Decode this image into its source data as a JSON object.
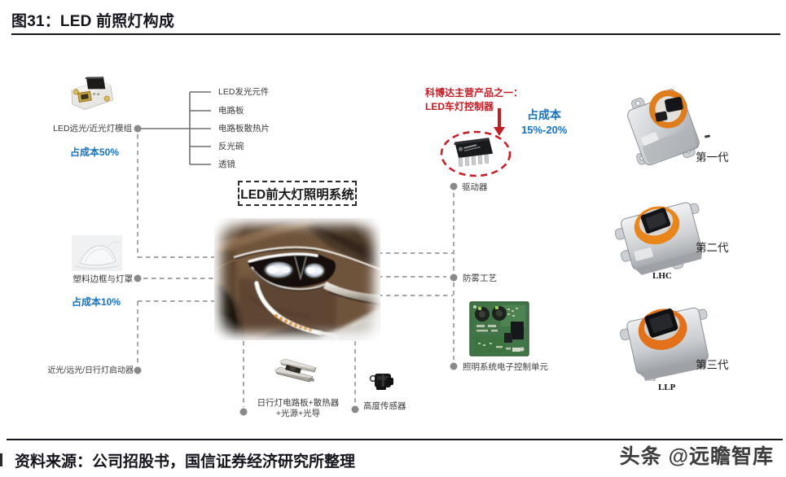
{
  "header": {
    "title": "图31：LED 前照灯构成"
  },
  "diagram": {
    "system_box_label": "LED前大灯照明系统",
    "led_module": {
      "label": "LED远光/近光灯模组",
      "cost": "占成本50%"
    },
    "module_parts": [
      "LED发光元件",
      "电路板",
      "电路板散热片",
      "反光碗",
      "透镜"
    ],
    "plastic_cover": {
      "label": "塑料边框与灯罩",
      "cost": "占成本10%"
    },
    "starter": {
      "label": "近光/远光/日行灯启动器"
    },
    "drl_board": {
      "label_line1": "日行灯电路板+散热器",
      "label_line2": "+光源+光导"
    },
    "height_sensor": {
      "label": "高度传感器"
    },
    "driver": {
      "label": "驱动器"
    },
    "antifog": {
      "label": "防雾工艺"
    },
    "ecu": {
      "label": "照明系统电子控制单元"
    },
    "keboda_note": {
      "line1": "科博达主营产品之一：",
      "line2": "LED车灯控制器"
    },
    "keboda_cost": {
      "line1": "占成本",
      "line2": "15%-20%"
    },
    "generations": [
      {
        "label": "第一代",
        "sub": ""
      },
      {
        "label": "第二代",
        "sub": "LHC"
      },
      {
        "label": "第三代",
        "sub": "LLP"
      }
    ]
  },
  "footer": {
    "source": "资料来源：公司招股书，国信证券经济研究所整理"
  },
  "watermark": {
    "text": "头条 @远瞻智库"
  },
  "colors": {
    "accent_blue": "#1673c0",
    "accent_red": "#c01e24",
    "line_gray": "#9a9a9a"
  }
}
